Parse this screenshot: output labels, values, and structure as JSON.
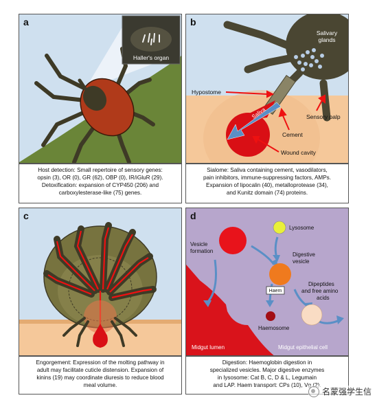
{
  "panels": {
    "a": {
      "label": "a",
      "inset_label": "Haller's organ",
      "caption": [
        "Host detection: Small repertoire of sensory genes:",
        "opsin (3), OR (0), GR (62), OBP (0), IR/iGluR (29).",
        "Detoxification: expansion of CYP450 (206) and",
        "carboxylesterase-like (75) genes."
      ]
    },
    "b": {
      "label": "b",
      "salivary_glands": "Salivary glands",
      "hypostome": "Hypostome",
      "saliva": "Saliva",
      "cement": "Cement",
      "sensory_palp": "Sensory palp",
      "wound_cavity": "Wound cavity",
      "caption": [
        "Sialome: Saliva containing cement, vasodilators,",
        "pain inhibitors, immune-suppressing factors, AMPs.",
        "Expansion of lipocalin (40), metalloprotease (34),",
        "and Kunitz domain (74) proteins."
      ]
    },
    "c": {
      "label": "c",
      "caption": [
        "Engorgement: Expression of the molting pathway in",
        "adult may facilitate cuticle distension. Expansion of",
        "kinins (19) may coordinate diuresis to reduce blood",
        "meal volume."
      ]
    },
    "d": {
      "label": "d",
      "vesicle_formation": "Vesicle formation",
      "lysosome": "Lysosome",
      "digestive_vesicle": "Digestive vesicle",
      "haem": "Haem",
      "haemosome": "Haemosome",
      "dipeptides": "Dipeptides and free amino acids",
      "midgut_lumen": "Midgut lumen",
      "midgut_epithelial": "Midgut epithelial cell",
      "caption": [
        "Digestion: Haemoglobin digestion in",
        "specialized vesicles. Major digestive enzymes",
        "in lysosome: Cat B, C, D & L, Legumain",
        "and LAP. Haem transport: CPs (10), Vg (2)."
      ]
    }
  },
  "watermark": "名蒙强学生信",
  "colors": {
    "tick_body": "#b03a1a",
    "tick_shield": "#3e3a26",
    "leaf_green": "#6f8a3c",
    "sky": "#cfe0ef",
    "skin": "#f5c89a",
    "blood": "#d90f15",
    "cell_purple": "#b7a6cc",
    "lysosome": "#e9f03a",
    "digestive_vesicle": "#ef7a1e",
    "haemosome": "#a20e14",
    "dipeptides": "#f9dcc4",
    "arrow_blue": "#5a8fc6"
  }
}
